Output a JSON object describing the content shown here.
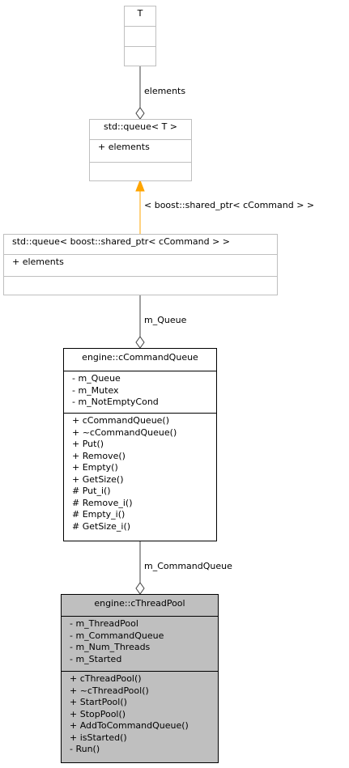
{
  "classes": {
    "t": {
      "title": "T",
      "attributes": [],
      "methods": []
    },
    "std_queue_t": {
      "title": "std::queue< T >",
      "attributes": [
        "+ elements"
      ],
      "methods": []
    },
    "std_queue_cmd": {
      "title": "std::queue< boost::shared_ptr< cCommand > >",
      "attributes": [
        "+ elements"
      ],
      "methods": []
    },
    "command_queue": {
      "title": "engine::cCommandQueue",
      "attributes": [
        "- m_Queue",
        "- m_Mutex",
        "- m_NotEmptyCond"
      ],
      "methods": [
        "+ cCommandQueue()",
        "+ ~cCommandQueue()",
        "+ Put()",
        "+ Remove()",
        "+ Empty()",
        "+ GetSize()",
        "# Put_i()",
        "# Remove_i()",
        "# Empty_i()",
        "# GetSize_i()"
      ]
    },
    "thread_pool": {
      "title": "engine::cThreadPool",
      "attributes": [
        "- m_ThreadPool",
        "- m_CommandQueue",
        "- m_Num_Threads",
        "- m_Started"
      ],
      "methods": [
        "+ cThreadPool()",
        "+ ~cThreadPool()",
        "+ StartPool()",
        "+ StopPool()",
        "+ AddToCommandQueue()",
        "+ isStarted()",
        "- Run()"
      ]
    }
  },
  "edges": {
    "elements": "elements",
    "template_arg": "< boost::shared_ptr< cCommand > >",
    "m_queue": "m_Queue",
    "m_command_queue": "m_CommandQueue"
  },
  "colors": {
    "inheritance_arrow": "#ffa500",
    "highlight_fill": "#bfbfbf",
    "gray_border": "#bfbfbf"
  }
}
